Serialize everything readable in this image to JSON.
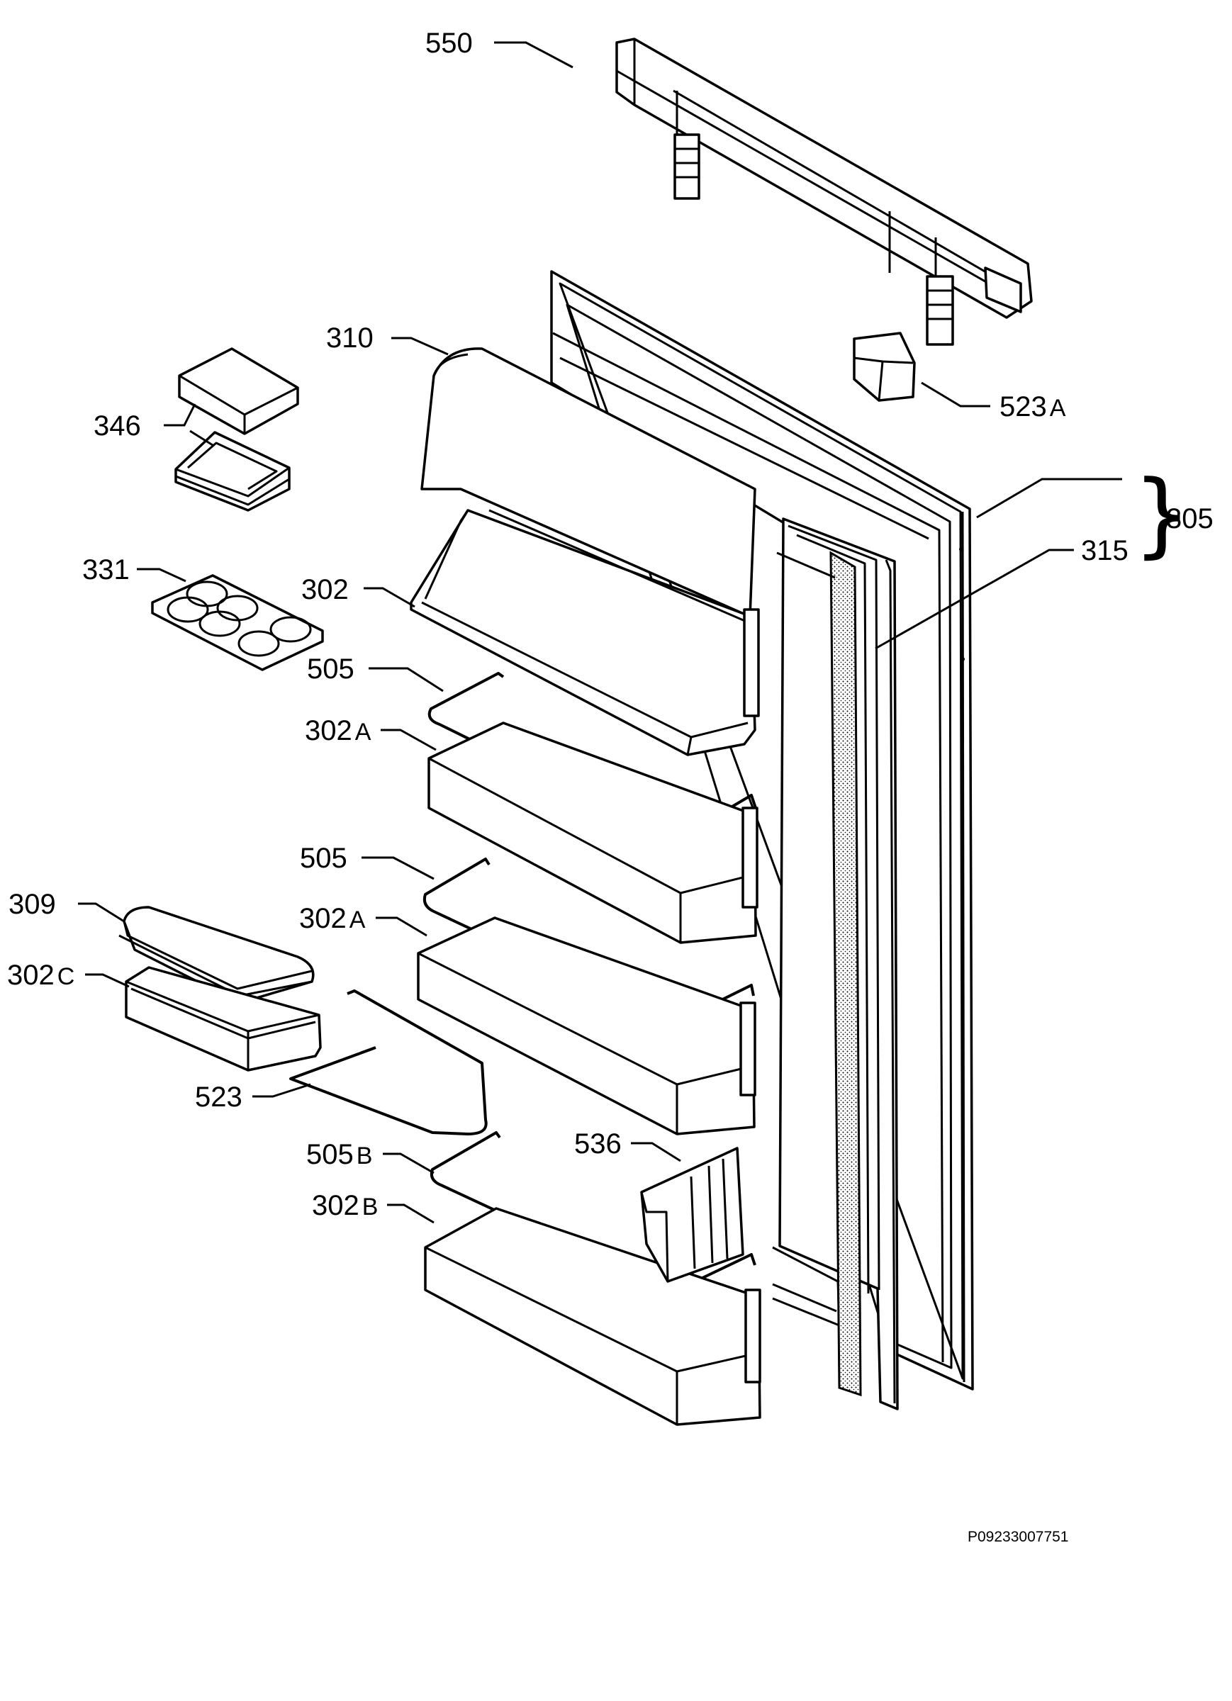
{
  "diagram": {
    "drawing_code": "P09233007751",
    "labels": [
      {
        "key": "l550",
        "num": "550",
        "suffix": ""
      },
      {
        "key": "l310",
        "num": "310",
        "suffix": ""
      },
      {
        "key": "l523a",
        "num": "523",
        "suffix": "A"
      },
      {
        "key": "l346",
        "num": "346",
        "suffix": ""
      },
      {
        "key": "l305",
        "num": "305",
        "suffix": ""
      },
      {
        "key": "l315",
        "num": "315",
        "suffix": ""
      },
      {
        "key": "l331",
        "num": "331",
        "suffix": ""
      },
      {
        "key": "l302",
        "num": "302",
        "suffix": ""
      },
      {
        "key": "l505a",
        "num": "505",
        "suffix": ""
      },
      {
        "key": "l302a1",
        "num": "302",
        "suffix": "A"
      },
      {
        "key": "l505b",
        "num": "505",
        "suffix": ""
      },
      {
        "key": "l309",
        "num": "309",
        "suffix": ""
      },
      {
        "key": "l302a2",
        "num": "302",
        "suffix": "A"
      },
      {
        "key": "l302c",
        "num": "302",
        "suffix": "C"
      },
      {
        "key": "l523",
        "num": "523",
        "suffix": ""
      },
      {
        "key": "l505bb",
        "num": "505",
        "suffix": "B"
      },
      {
        "key": "l536",
        "num": "536",
        "suffix": ""
      },
      {
        "key": "l302b",
        "num": "302",
        "suffix": "B"
      }
    ]
  }
}
